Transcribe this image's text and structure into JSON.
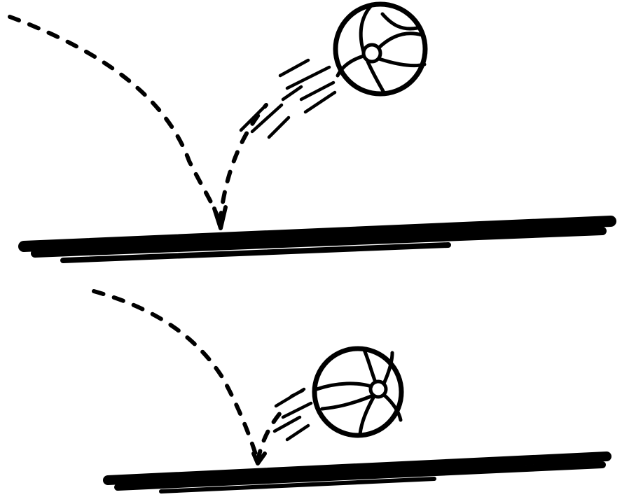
{
  "illustration": {
    "description_kind": "hand-drawn sketch",
    "ink_color": "#000000",
    "background_color": "#ffffff",
    "panels": [
      {
        "name": "higher-bounce",
        "ball_icon": "beach-ball-icon"
      },
      {
        "name": "lower-bounce",
        "ball_icon": "beach-ball-icon"
      }
    ]
  }
}
